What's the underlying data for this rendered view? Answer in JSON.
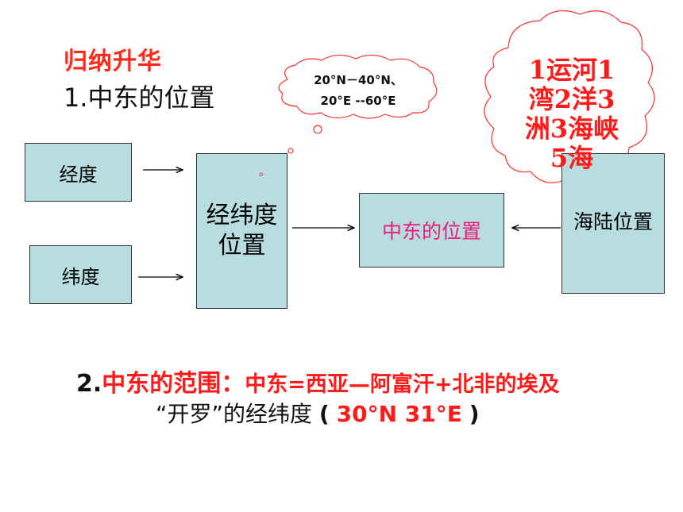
{
  "heading": "归纳升华",
  "subheading": "1.中东的位置",
  "cloud_left": {
    "line1": "20°N－40°N、",
    "line2": "20°E --60°E"
  },
  "cloud_right": {
    "line1": "1运河1",
    "line2": "湾2洋3",
    "line3": "洲3海峡",
    "line4": "5海"
  },
  "boxes": {
    "longitude": "经度",
    "latitude": "纬度",
    "latlon_line1": "经纬度",
    "latlon_line2": "位置",
    "latlon_mark": "。",
    "middle_east_location": "中东的位置",
    "land_sea_location": "海陆位置"
  },
  "range": {
    "number": "2.",
    "label": "中东的范围：",
    "definition": "中东=西亚—阿富汗+北非的埃及",
    "line2_prefix": "“开罗”的经纬度",
    "paren_open": "(",
    "coordinates": "30°N  31°E",
    "paren_close": ")"
  },
  "colors": {
    "box_fill": "#b7dde0",
    "heading": "#ff2a1a",
    "highlight": "#ee1a7a"
  }
}
